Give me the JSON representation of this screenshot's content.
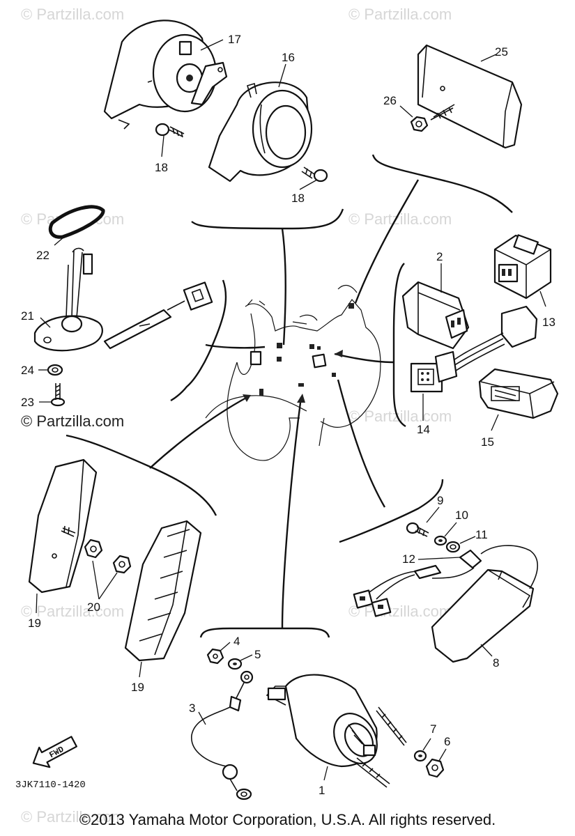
{
  "watermark": "© Partzilla.com",
  "drawing_code": "3JK7110-1420",
  "fwd_label": "FWD",
  "copyright": "©2013 Yamaha Motor Corporation, U.S.A. All rights reserved.",
  "callouts": {
    "c1": "1",
    "c2": "2",
    "c3": "3",
    "c4": "4",
    "c5": "5",
    "c6": "6",
    "c7": "7",
    "c8": "8",
    "c9": "9",
    "c10": "10",
    "c11": "11",
    "c12": "12",
    "c13": "13",
    "c14": "14",
    "c15": "15",
    "c16": "16",
    "c17": "17",
    "c18a": "18",
    "c18b": "18",
    "c19a": "19",
    "c19b": "19",
    "c20": "20",
    "c21": "21",
    "c22": "22",
    "c23": "23",
    "c24": "24",
    "c25": "25",
    "c26": "26"
  }
}
